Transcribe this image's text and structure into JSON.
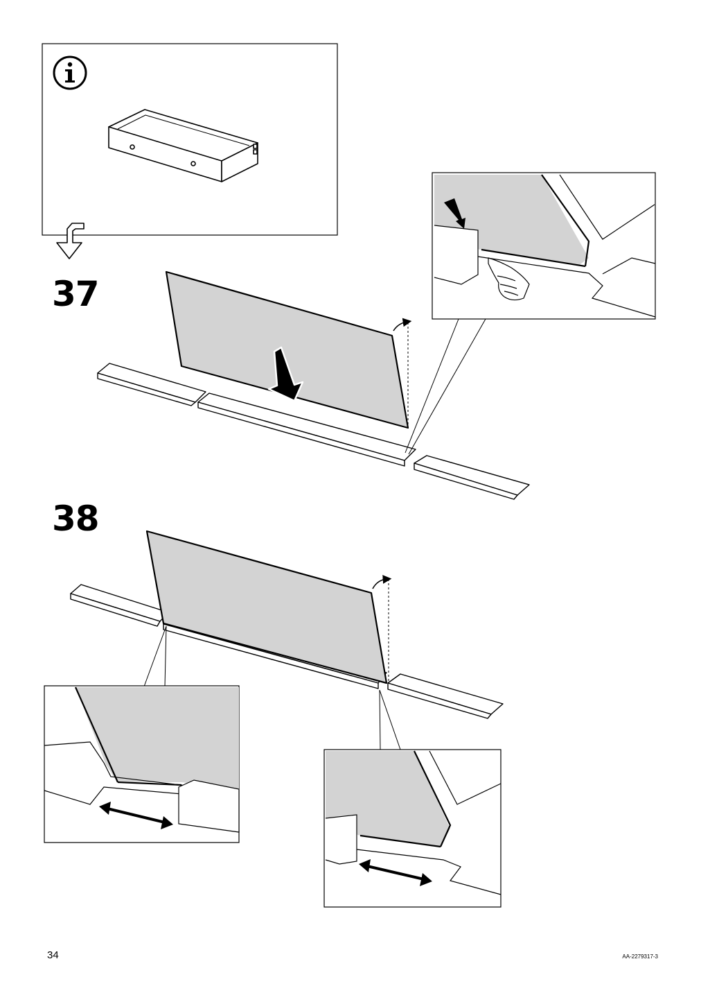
{
  "steps": [
    {
      "number": "37"
    },
    {
      "number": "38"
    }
  ],
  "icons": {
    "info": "info-icon",
    "next_arrow": "bent-arrow-down-icon",
    "push_down_arrow": "arrow-down-icon",
    "slide_arrow": "double-arrow-icon",
    "rotate": "rotation-arrow-icon",
    "hand": "finger-press-icon"
  },
  "colors": {
    "panel_fill": "#d3d3d3",
    "line": "#000000",
    "background": "#ffffff"
  },
  "footer": {
    "page_number": "34",
    "doc_code": "AA-2279317-3"
  }
}
